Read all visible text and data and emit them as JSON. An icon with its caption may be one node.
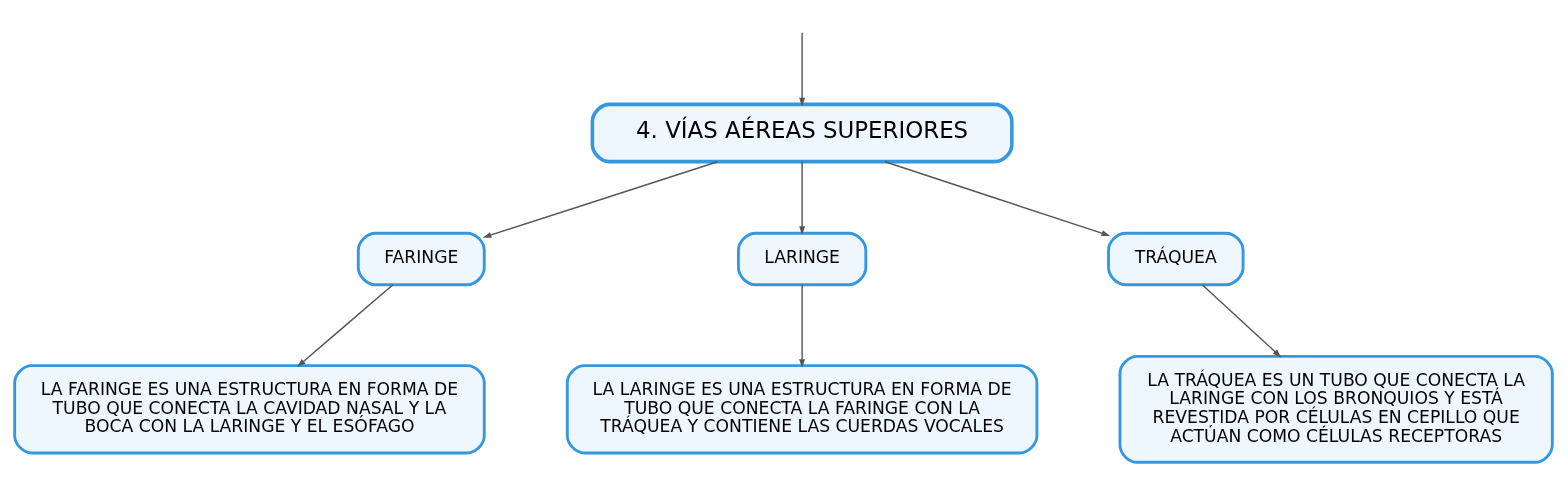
{
  "diagram": {
    "nodes": [
      {
        "text": [
          "4. VÍAS AÉREAS SUPERIORES"
        ]
      },
      {
        "text": [
          "FARINGE"
        ]
      },
      {
        "text": [
          "LARINGE"
        ]
      },
      {
        "text": [
          "TRÁQUEA"
        ]
      },
      {
        "text": [
          "LA FARINGE ES UNA ESTRUCTURA EN FORMA DE TUBO QUE CONECTA LA CAVIDAD NASAL Y LA BOCA CON LA LARINGE Y EL ESÓFAGO"
        ]
      },
      {
        "text": [
          "LA LARINGE ES UNA ESTRUCTURA EN FORMA DE TUBO QUE CONECTA LA FARINGE CON LA TRÁQUEA Y CONTIENE LAS CUERDAS VOCALES"
        ]
      },
      {
        "text": [
          "LA TRÁQUEA ES UN TUBO QUE CONECTA LA LARINGE CON LOS BRONQUIOS Y ESTÁ REVESTIDA POR CÉLULAS EN CEPILLO QUE ACTÚAN COMO CÉLULAS RECEPTORAS"
        ]
      }
    ],
    "edges": [
      {
        "from": null,
        "to": 0,
        "arrow": "to"
      },
      {
        "from": 0,
        "to": 1,
        "arrow": "to"
      },
      {
        "from": 0,
        "to": 2,
        "arrow": "to"
      },
      {
        "from": 0,
        "to": 3,
        "arrow": "to"
      },
      {
        "from": 1,
        "to": 4,
        "arrow": "to"
      },
      {
        "from": 2,
        "to": 5,
        "arrow": "to"
      },
      {
        "from": 3,
        "to": 6,
        "arrow": "to"
      }
    ]
  }
}
